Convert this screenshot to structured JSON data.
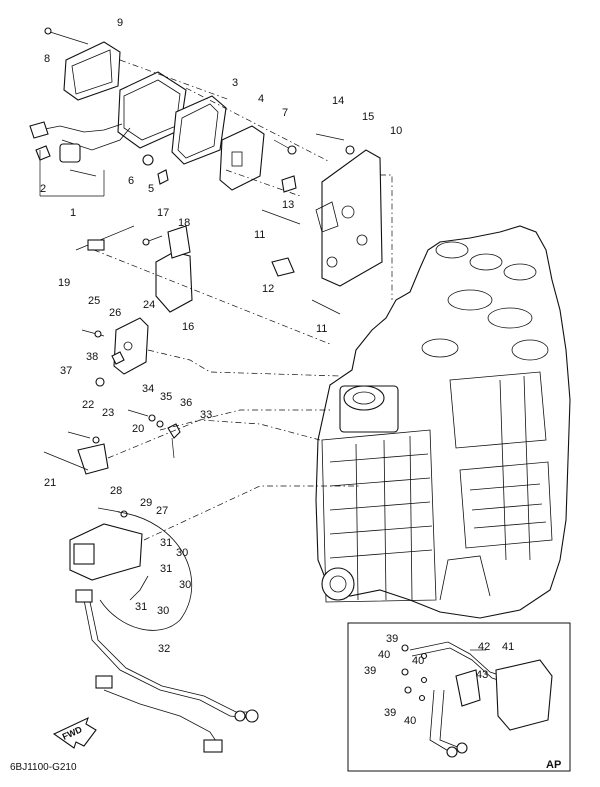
{
  "diagram": {
    "part_labels": [
      "1",
      "2",
      "3",
      "4",
      "5",
      "6",
      "7",
      "8",
      "9",
      "10",
      "11",
      "11",
      "12",
      "13",
      "14",
      "15",
      "16",
      "17",
      "18",
      "19",
      "20",
      "21",
      "22",
      "23",
      "24",
      "25",
      "26",
      "27",
      "28",
      "29",
      "30",
      "30",
      "30",
      "31",
      "31",
      "31",
      "32",
      "33",
      "34",
      "35",
      "36",
      "37",
      "38"
    ],
    "inset": {
      "tag": "AP",
      "labels": [
        "39",
        "40",
        "39",
        "40",
        "39",
        "40",
        "41",
        "42",
        "43"
      ]
    },
    "fwd_badge": "FWD",
    "footer_code": "6BJ1100-G210"
  }
}
